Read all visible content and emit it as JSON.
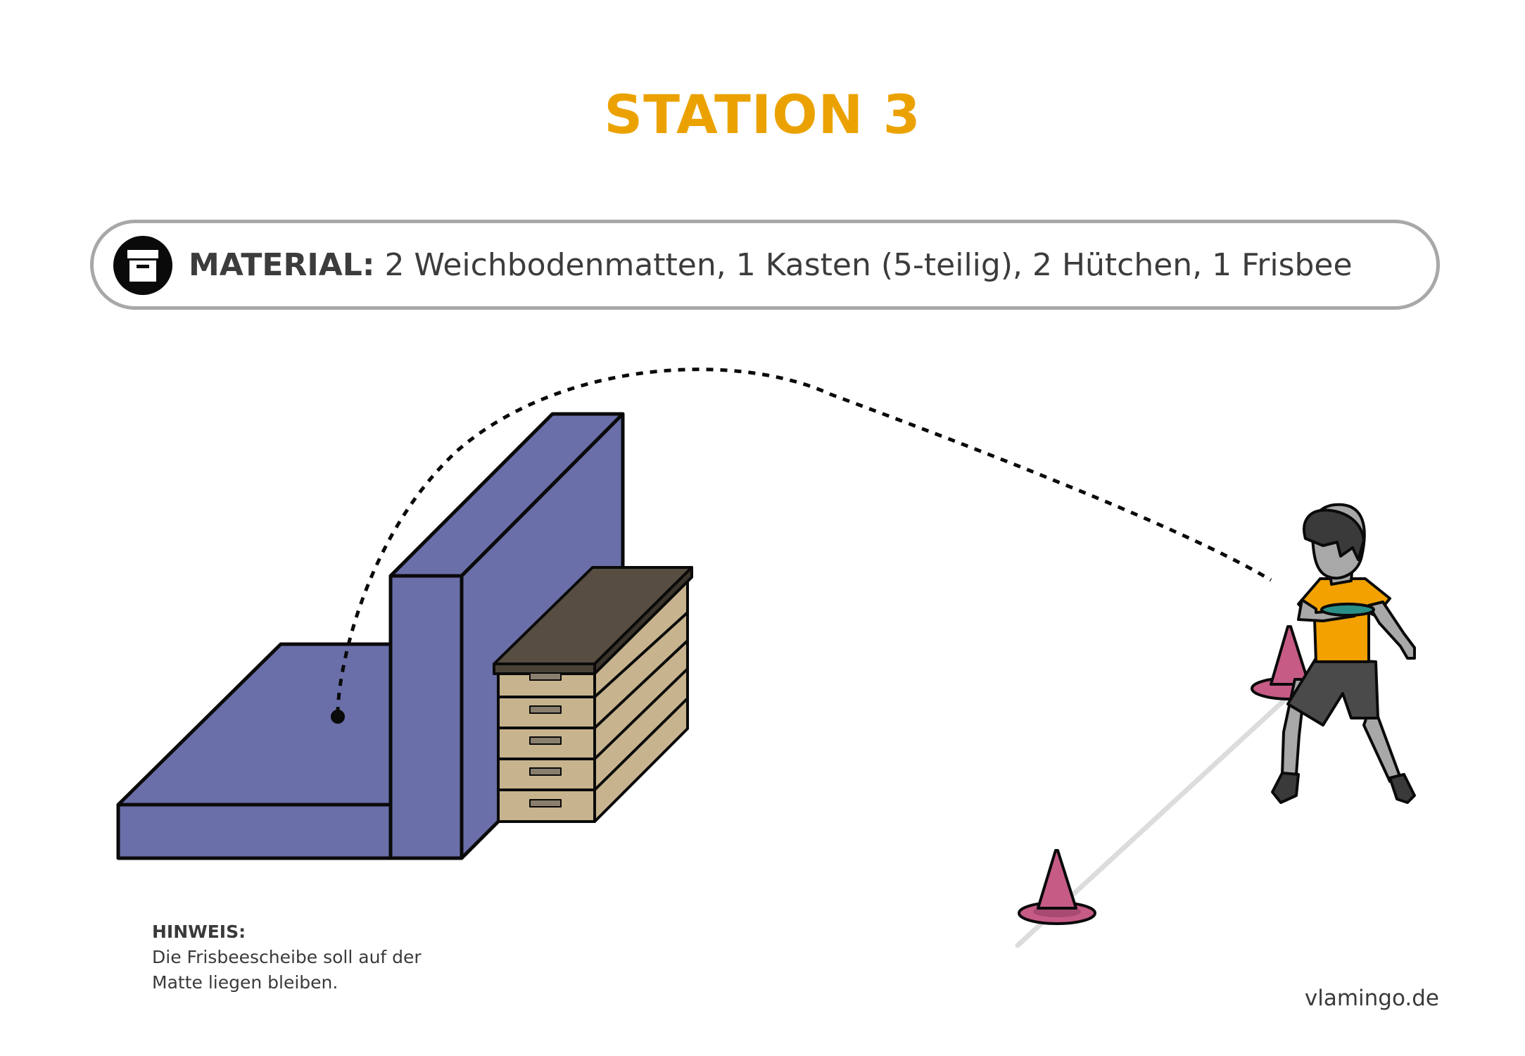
{
  "title": "STATION 3",
  "material": {
    "label": "MATERIAL:",
    "text": "2 Weichbodenmatten, 1 Kasten (5-teilig), 2 Hütchen, 1 Frisbee",
    "icon": "archive-box-icon"
  },
  "hint": {
    "title": "HINWEIS:",
    "text": "Die Frisbeescheibe soll auf der Matte liegen bleiben."
  },
  "footer": "vlamingo.de",
  "colors": {
    "title": "#eba200",
    "mat": "#6a6fa9",
    "box_wood": "#c7b48e",
    "box_top": "#574d40",
    "cone": "#c65b86",
    "shirt": "#f2a100",
    "skin": "#a8a8a8",
    "frisbee": "#2a8f86"
  }
}
